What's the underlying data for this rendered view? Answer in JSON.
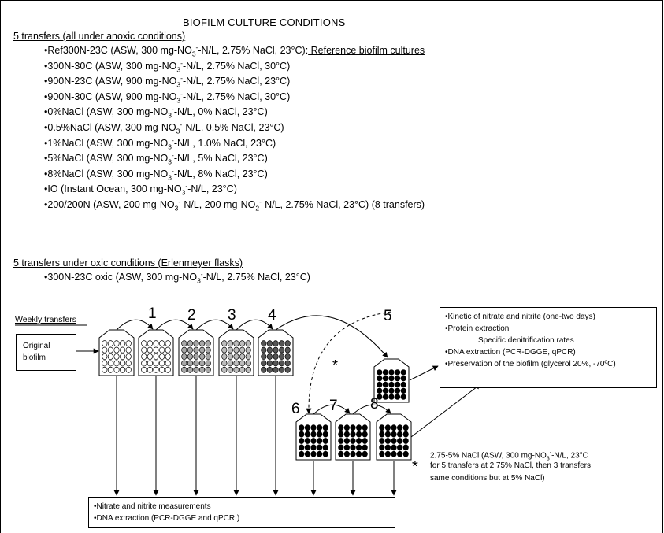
{
  "title": "BIOFILM CULTURE CONDITIONS",
  "anoxic": {
    "heading": "5 transfers (all under anoxic conditions)",
    "conditions": [
      {
        "name": "Ref300N-23C",
        "pre": "(ASW, 300 mg-NO",
        "post": "-N/L, 2.75% NaCl, 23°C):",
        "note": " Reference biofilm cultures"
      },
      {
        "name": "300N-30C",
        "pre": "(ASW, 300 mg-NO",
        "post": "-N/L, 2.75% NaCl, 30°C)"
      },
      {
        "name": "900N-23C",
        "pre": "(ASW, 900 mg-NO",
        "post": "-N/L, 2.75% NaCl, 23°C)"
      },
      {
        "name": "900N-30C",
        "pre": "(ASW, 900 mg-NO",
        "post": "-N/L, 2.75% NaCl, 30°C)"
      },
      {
        "name": "0%NaCl",
        "pre": "(ASW, 300 mg-NO",
        "post": "-N/L, 0% NaCl, 23°C)"
      },
      {
        "name": "0.5%NaCl",
        "pre": "(ASW, 300 mg-NO",
        "post": "-N/L, 0.5% NaCl, 23°C)"
      },
      {
        "name": "1%NaCl",
        "pre": "(ASW, 300 mg-NO",
        "post": "-N/L, 1.0% NaCl, 23°C)"
      },
      {
        "name": "5%NaCl",
        "pre": "(ASW, 300 mg-NO",
        "post": "-N/L, 5% NaCl, 23°C)"
      },
      {
        "name": "8%NaCl",
        "pre": "(ASW, 300 mg-NO",
        "post": "-N/L, 8% NaCl, 23°C)"
      },
      {
        "name": "IO",
        "pre": "(Instant Ocean, 300 mg-NO",
        "post": "-N/L, 23°C)"
      }
    ],
    "last": {
      "name": "200/200N",
      "pre": "(ASW, 200 mg-NO",
      "mid": "-N/L, 200 mg-NO",
      "post": "-N/L, 2.75% NaCl, 23°C) (8 transfers)"
    }
  },
  "oxic": {
    "heading": "5 transfers under oxic conditions (Erlenmeyer flasks)",
    "condition": {
      "name": "300N-23C oxic",
      "pre": "(ASW, 300 mg-NO",
      "post": "-N/L, 2.75% NaCl, 23°C)"
    }
  },
  "bullet": "•",
  "sub3": "3",
  "sub2": "2",
  "sup_minus": "-",
  "diagram": {
    "weekly_label": "Weekly transfers",
    "original_label_1": "Original",
    "original_label_2": "biofilm",
    "numbers": [
      "1",
      "2",
      "3",
      "4",
      "5",
      "6",
      "7",
      "8"
    ],
    "asterisk": "*",
    "flask_fills": [
      "#ffffff",
      "#ffffff",
      "#a8a8a8",
      "#bdbdbd",
      "#555555",
      "#000000",
      "#000000",
      "#000000",
      "#000000"
    ],
    "right_box": [
      "•Kinetic of nitrate and nitrite (one-two days)",
      "•Protein extraction",
      "Specific denitrification rates",
      "•DNA extraction (PCR-DGGE, qPCR)",
      "•Preservation of the biofilm (glycerol 20%, -70ºC)"
    ],
    "bottom_box": [
      "•Nitrate and nitrite measurements",
      "•DNA extraction (PCR-DGGE and qPCR )"
    ],
    "note_lines": {
      "l1_pre": "2.75-5% NaCl (ASW, 300 mg-NO",
      "l1_post": "-N/L, 23°C",
      "l2": "for 5 transfers at 2.75% NaCl, then 3 transfers",
      "l3": "same conditions but at 5% NaCl)"
    }
  }
}
